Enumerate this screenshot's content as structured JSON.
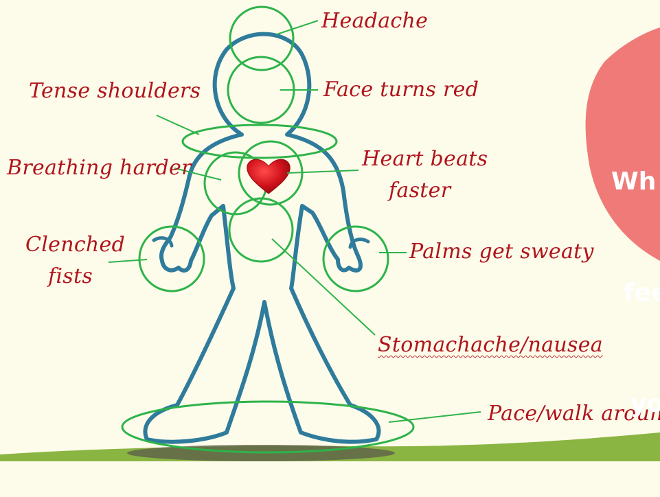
{
  "labels": {
    "headache": "Headache",
    "face_turns_red": "Face turns red",
    "tense_shoulders": "Tense shoulders",
    "breathing_harder": "Breathing harder",
    "heart_beats_faster_line1": "Heart beats",
    "heart_beats_faster_line2": "faster",
    "clenched_fists_line1": "Clenched",
    "clenched_fists_line2": "fists",
    "palms_get_sweaty": "Palms get sweaty",
    "stomachache_nausea": "Stomachache/nausea",
    "pace_walk_around": "Pace/walk around"
  },
  "bubble": {
    "line1": "Wh",
    "line2": "fee",
    "line3": "yo"
  },
  "colors": {
    "background": "#fdfbea",
    "label_text": "#b0141c",
    "body_outline": "#2f7b9c",
    "circle": "#2db34a",
    "heart": "#d0121b",
    "bubble": "#ef7a78",
    "ground": "#8bb543"
  }
}
